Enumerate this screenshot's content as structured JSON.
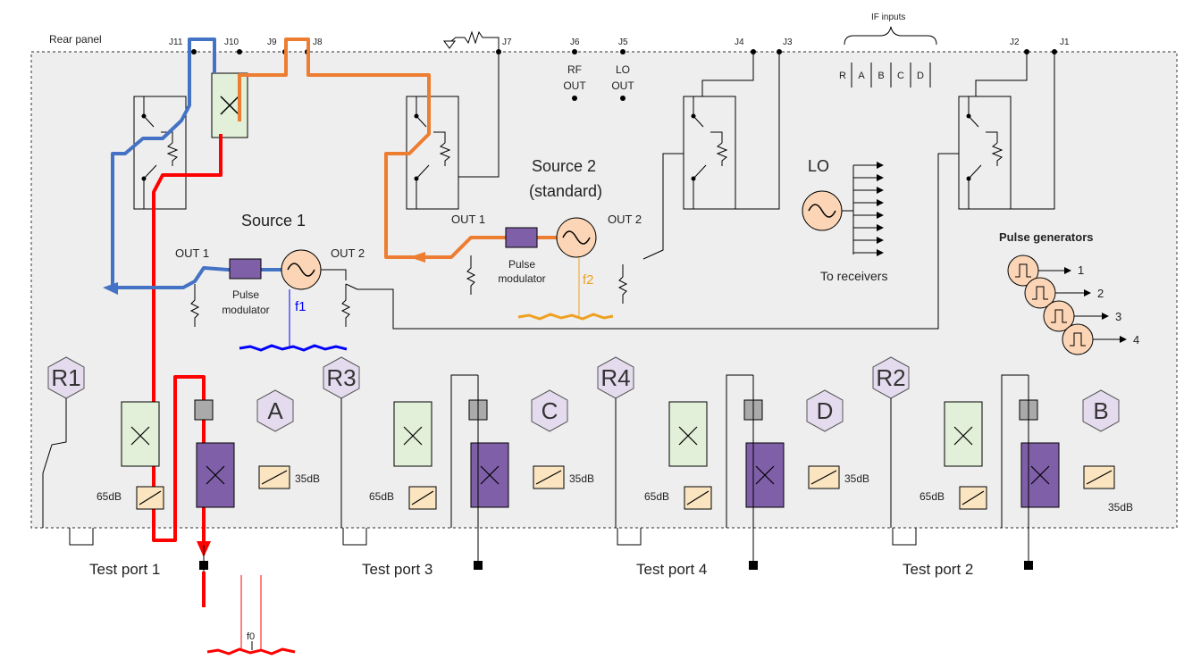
{
  "panel": {
    "title": "Rear panel",
    "if_inputs_label": "IF inputs",
    "if_inputs": [
      "R",
      "A",
      "B",
      "C",
      "D"
    ],
    "connectors": [
      "J11",
      "J10",
      "J9",
      "J8",
      "J7",
      "J6",
      "J5",
      "J4",
      "J3",
      "J2",
      "J1"
    ],
    "rf_out": [
      "RF",
      "OUT"
    ],
    "lo_out": [
      "LO",
      "OUT"
    ]
  },
  "source1": {
    "title": "Source 1",
    "out1": "OUT 1",
    "out2": "OUT 2",
    "modulator": [
      "Pulse",
      "modulator"
    ],
    "freq": "f1"
  },
  "source2": {
    "title": "Source 2",
    "subtitle": "(standard)",
    "out1": "OUT 1",
    "out2": "OUT 2",
    "modulator": [
      "Pulse",
      "modulator"
    ],
    "freq": "f2"
  },
  "lo": {
    "title": "LO",
    "caption": "To receivers"
  },
  "pulse_generators": {
    "title": "Pulse generators",
    "outputs": [
      "1",
      "2",
      "3",
      "4"
    ]
  },
  "receivers": [
    "R1",
    "A",
    "R3",
    "C",
    "R4",
    "D",
    "R2",
    "B"
  ],
  "attenuators": {
    "source": "65dB",
    "receiver": "35dB"
  },
  "test_ports": [
    "Test port 1",
    "Test port 3",
    "Test port 4",
    "Test port 2"
  ],
  "output_freq": "f0",
  "colors": {
    "source1_path": "#4472c4",
    "source2_path": "#ed7d31",
    "output_path": "#ff0000",
    "panel_fill": "#eeeeee",
    "coupler_fill": "#e2efd9",
    "bridge_fill": "#7f5fa8",
    "attenuator_fill": "#fbe5c0",
    "receiver_fill": "#e4dcee",
    "oscillator_fill": "#fbd5b5"
  }
}
